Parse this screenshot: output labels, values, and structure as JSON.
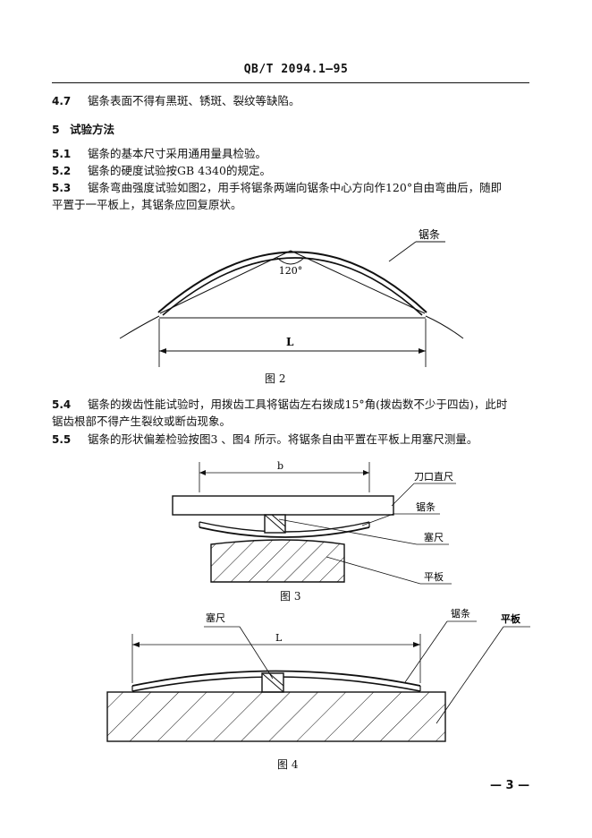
{
  "header": {
    "code": "QB/T 2094.1—95"
  },
  "clauses": {
    "c47": {
      "num": "4.7",
      "text": "锯条表面不得有黑斑、锈斑、裂纹等缺陷。"
    },
    "s5": {
      "num": "5",
      "text": "试验方法"
    },
    "c51": {
      "num": "5.1",
      "text": "锯条的基本尺寸采用通用量具检验。"
    },
    "c52": {
      "num": "5.2",
      "text": "锯条的硬度试验按GB 4340的规定。"
    },
    "c53": {
      "num": "5.3",
      "line1": "锯条弯曲强度试验如图2，用手将锯条两端向锯条中心方向作120°自由弯曲后，随即",
      "line2": "平置于一平板上，其锯条应回复原状。"
    },
    "c54": {
      "num": "5.4",
      "line1": "锯条的拨齿性能试验时，用拨齿工具将锯齿左右拨成15°角(拨齿数不少于四齿)，此时",
      "line2": "锯齿根部不得产生裂纹或断齿现象。"
    },
    "c55": {
      "num": "5.5",
      "text": "锯条的形状偏差检验按图3 、图4 所示。将锯条自由平置在平板上用塞尺测量。"
    }
  },
  "fig2": {
    "label_blade": "锯条",
    "angle": "120°",
    "dim": "L",
    "caption": "图 2"
  },
  "fig3": {
    "dim": "b",
    "label_ruler": "刀口直尺",
    "label_blade": "锯条",
    "label_feeler": "塞尺",
    "label_plate": "平板",
    "caption": "图 3"
  },
  "fig4": {
    "dim": "L",
    "label_feeler": "塞尺",
    "label_blade": "锯条",
    "label_plate": "平板",
    "caption": "图 4"
  },
  "page_number": "— 3 —"
}
